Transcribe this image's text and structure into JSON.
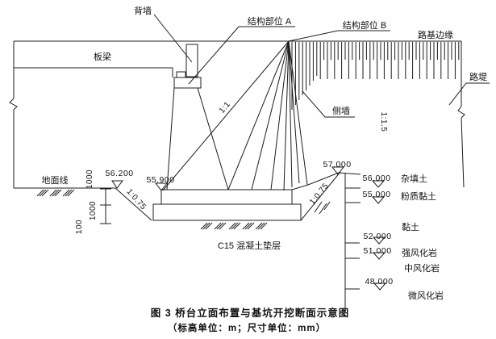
{
  "diagram": {
    "superstructure": {
      "back_wall": "背墙",
      "slab_beam": "板梁"
    },
    "annotations": {
      "structure_a": "结构部位 A",
      "structure_b": "结构部位 B",
      "roadbed_edge": "路基边缘",
      "embankment": "路堤",
      "side_wall": "侧墙",
      "ground_line": "地面线",
      "cushion_label": "C15 混凝土垫层"
    },
    "slopes": {
      "excavation_upper": "1:1",
      "embankment_slope": "1:1.5",
      "pit_left": "1:0.75",
      "pit_right": "1:0.75"
    },
    "dimensions": {
      "upper": "1000",
      "middle": "1000",
      "lower": "100"
    },
    "elevations": {
      "ground_left": "56.200",
      "footing_top": "55.900",
      "ground_right": "57.000",
      "fill_top": "56.000",
      "silty_clay_top": "55.000",
      "rock_52": "52.000",
      "rock_51": "51.000",
      "rock_48": "48.000"
    },
    "strata": {
      "fill": "杂填土",
      "silty_clay": "粉质黏土",
      "clay": "黏土",
      "strong_weathered": "强风化岩",
      "medium_weathered": "中风化岩",
      "slight_weathered": "微风化岩"
    },
    "caption": {
      "title": "图 3 桥台立面布置与基坑开挖断面示意图",
      "units": "（标高单位：m；尺寸单位：mm）"
    }
  }
}
